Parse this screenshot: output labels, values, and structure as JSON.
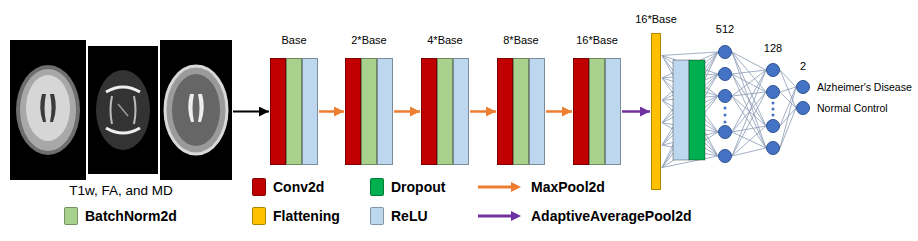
{
  "diagram": {
    "nodes": [
      {
        "text": [
          "T1w, FA, and MD"
        ]
      },
      {
        "text": [
          "Base"
        ]
      },
      {
        "text": [
          "2*Base"
        ]
      },
      {
        "text": [
          "4*Base"
        ]
      },
      {
        "text": [
          "8*Base"
        ]
      },
      {
        "text": [
          "16*Base"
        ]
      },
      {
        "text": [
          "16*Base"
        ]
      },
      {
        "text": [
          "512"
        ]
      },
      {
        "text": [
          "128"
        ]
      },
      {
        "text": [
          "2"
        ]
      },
      {
        "text": [
          "Alzheimer's Disease"
        ],
        "in": 9
      },
      {
        "text": [
          "Normal Control"
        ],
        "in": 9
      }
    ],
    "edges": [
      {
        "from": 0,
        "to": 1,
        "arrow": "to"
      },
      {
        "from": 1,
        "to": 2,
        "arrow": "to"
      },
      {
        "from": 2,
        "to": 3,
        "arrow": "to"
      },
      {
        "from": 3,
        "to": 4,
        "arrow": "to"
      },
      {
        "from": 4,
        "to": 5,
        "arrow": "to"
      },
      {
        "from": 5,
        "to": 6,
        "arrow": "to"
      },
      {
        "from": 6,
        "to": 7,
        "arrow": "none"
      },
      {
        "from": 7,
        "to": 8,
        "arrow": "none"
      },
      {
        "from": 8,
        "to": 10,
        "arrow": "none"
      },
      {
        "from": 8,
        "to": 11,
        "arrow": "none"
      }
    ],
    "legend": [
      {
        "text": "Conv2d",
        "color": "#c00000"
      },
      {
        "text": "Dropout",
        "color": "#00b050"
      },
      {
        "text": "MaxPool2d"
      },
      {
        "text": "BatchNorm2d",
        "color": "#a9d18e"
      },
      {
        "text": "Flattening",
        "color": "#ffc000"
      },
      {
        "text": "ReLU",
        "color": "#bdd7ee"
      },
      {
        "text": "AdaptiveAveragePool2d"
      }
    ]
  }
}
